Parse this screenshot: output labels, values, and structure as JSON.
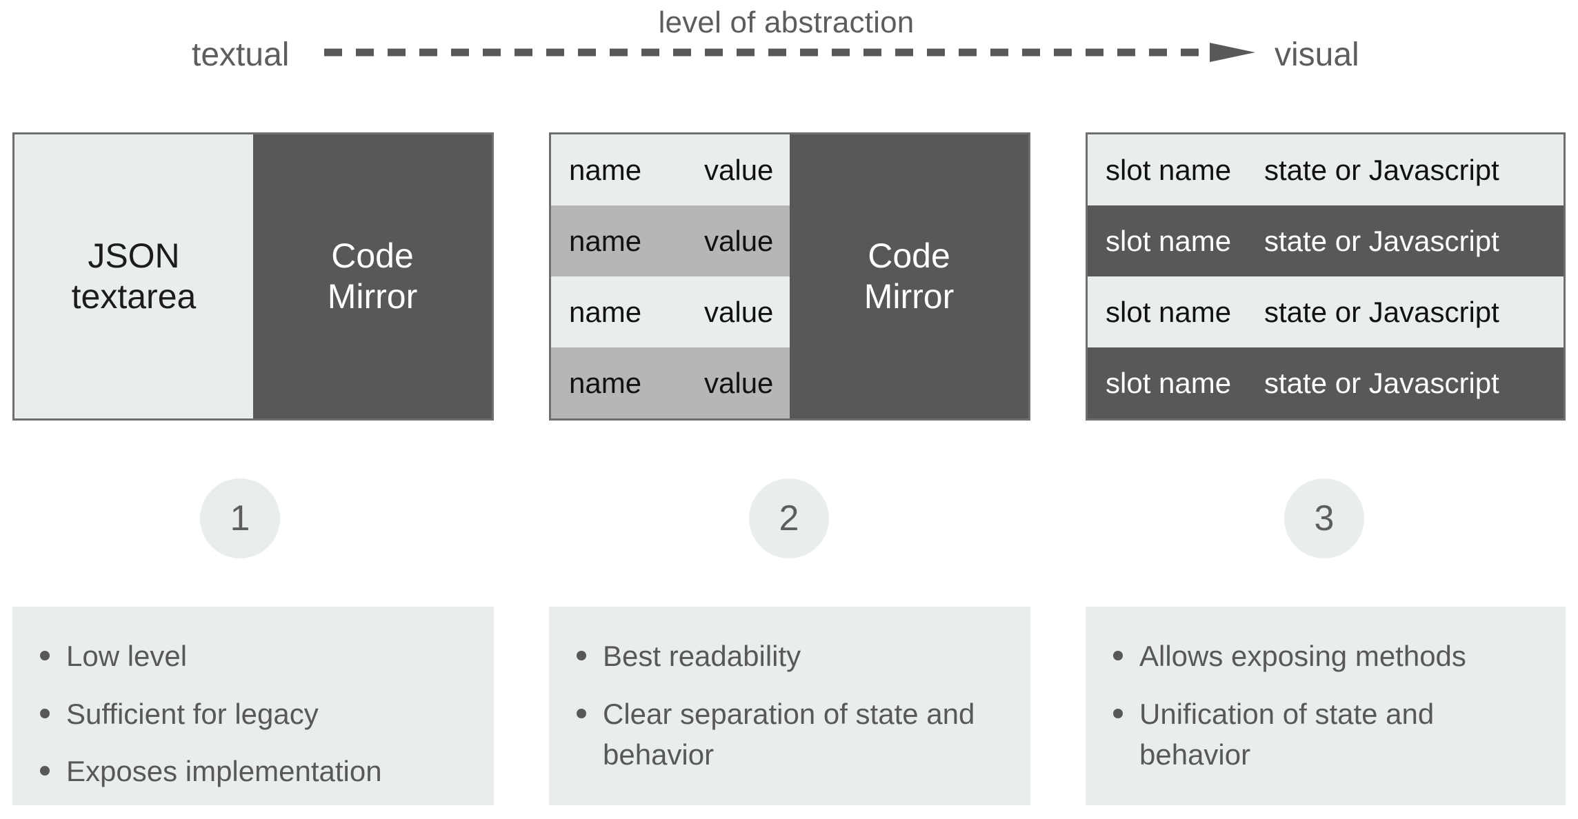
{
  "header": {
    "caption": "level of abstraction",
    "left_label": "textual",
    "right_label": "visual",
    "arrow_icon": "dashed-arrow-right-icon",
    "arrow_color": "#585858",
    "text_color": "#5d5d5d"
  },
  "colors": {
    "light_panel": "#e9edee",
    "mid_panel": "#b6b6b6",
    "dark_panel": "#585858",
    "border": "#6e6e6e",
    "text_dark": "#111111",
    "text_light": "#ffffff",
    "muted_text": "#585858",
    "background": "#ffffff"
  },
  "panels": [
    {
      "id": 1,
      "type": "split",
      "left": {
        "label": "JSON\ntextarea",
        "line1": "JSON",
        "line2": "textarea",
        "tone": "light"
      },
      "right": {
        "label": "Code\nMirror",
        "line1": "Code",
        "line2": "Mirror",
        "tone": "dark"
      }
    },
    {
      "id": 2,
      "type": "key-value-rows",
      "rows": [
        {
          "name": "name",
          "value": "value",
          "tone": "light"
        },
        {
          "name": "name",
          "value": "value",
          "tone": "mid"
        },
        {
          "name": "name",
          "value": "value",
          "tone": "light"
        },
        {
          "name": "name",
          "value": "value",
          "tone": "mid"
        }
      ],
      "right": {
        "line1": "Code",
        "line2": "Mirror",
        "tone": "dark"
      }
    },
    {
      "id": 3,
      "type": "slot-rows",
      "rows": [
        {
          "name": "slot name",
          "value": "state or Javascript",
          "tone": "light"
        },
        {
          "name": "slot name",
          "value": "state or Javascript",
          "tone": "dark"
        },
        {
          "name": "slot name",
          "value": "state or Javascript",
          "tone": "light"
        },
        {
          "name": "slot name",
          "value": "state or Javascript",
          "tone": "dark"
        }
      ]
    }
  ],
  "badges": [
    {
      "number": "1"
    },
    {
      "number": "2"
    },
    {
      "number": "3"
    }
  ],
  "cards": [
    {
      "id": 1,
      "bullets": [
        "Low level",
        "Sufficient for legacy",
        "Exposes implementation"
      ]
    },
    {
      "id": 2,
      "bullets": [
        "Best readability",
        "Clear separation of state and behavior"
      ]
    },
    {
      "id": 3,
      "bullets": [
        "Allows exposing methods",
        "Unification of state and behavior"
      ]
    }
  ]
}
